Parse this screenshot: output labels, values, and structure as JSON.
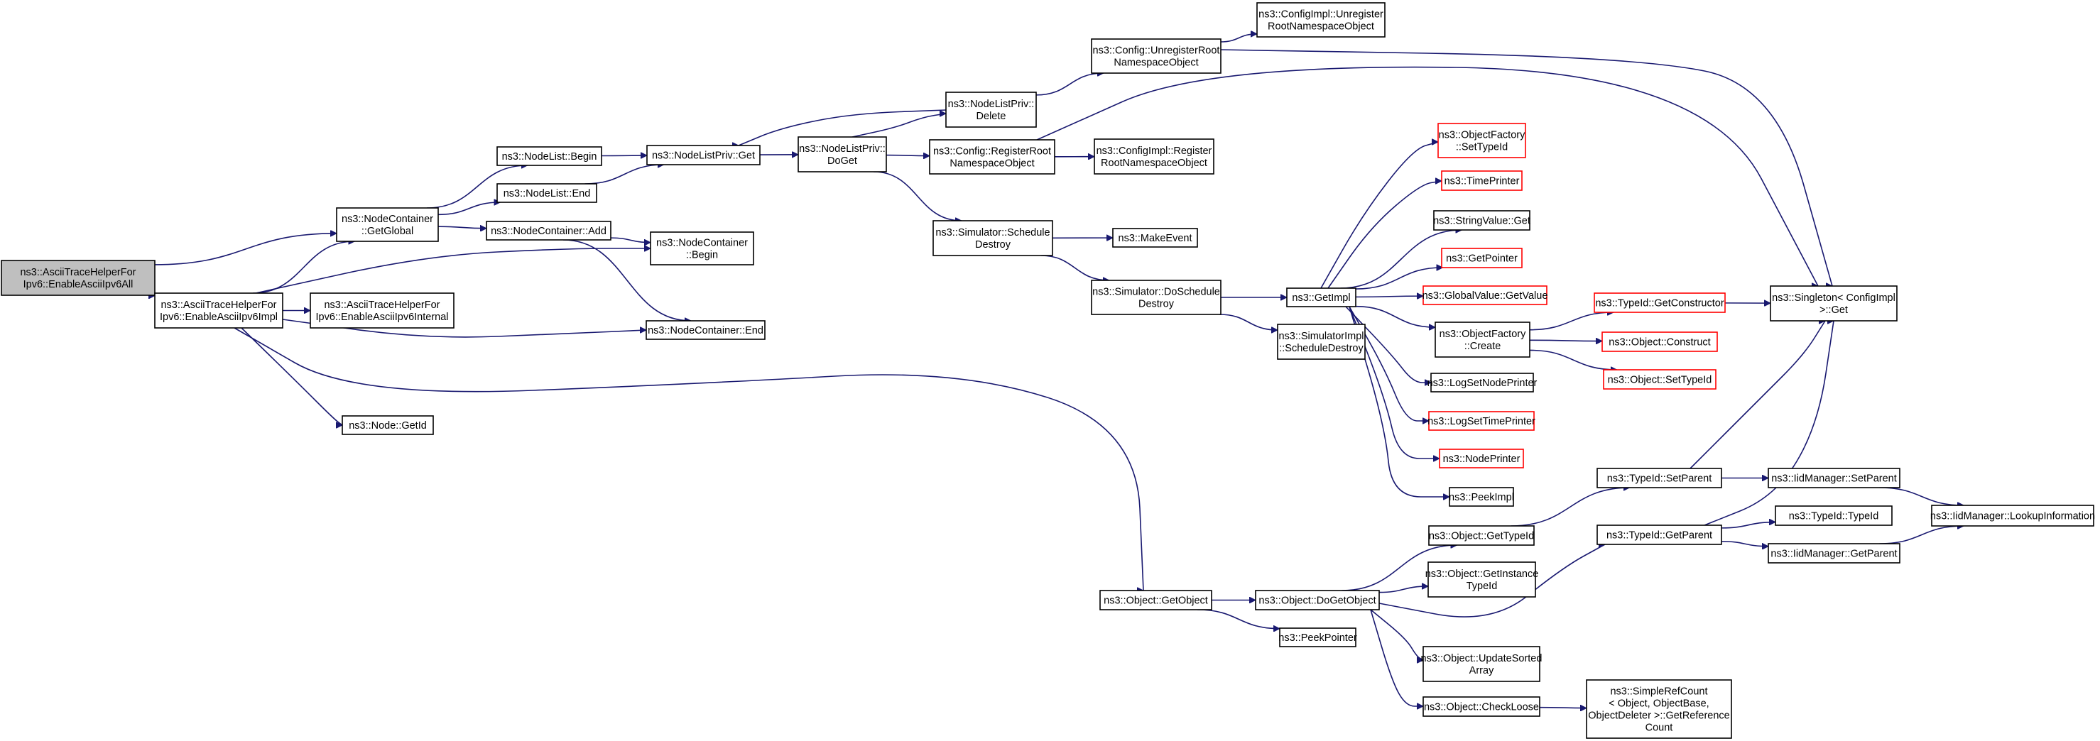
{
  "colors": {
    "edge": "#191970",
    "root_fill": "#bfbfbf",
    "red_border": "#ff0000",
    "border": "#000000"
  },
  "nodes": {
    "root": {
      "lines": [
        "ns3::AsciiTraceHelperFor",
        "Ipv6::EnableAsciiIpv6All"
      ],
      "kind": "root"
    },
    "impl": {
      "lines": [
        "ns3::AsciiTraceHelperFor",
        "Ipv6::EnableAsciiIpv6Impl"
      ]
    },
    "getglobal": {
      "lines": [
        "ns3::NodeContainer",
        "::GetGlobal"
      ]
    },
    "internal": {
      "lines": [
        "ns3::AsciiTraceHelperFor",
        "Ipv6::EnableAsciiIpv6Internal"
      ]
    },
    "nodegetid": {
      "lines": [
        "ns3::Node::GetId"
      ]
    },
    "nlbegin": {
      "lines": [
        "ns3::NodeList::Begin"
      ]
    },
    "nlend": {
      "lines": [
        "ns3::NodeList::End"
      ]
    },
    "ncadd": {
      "lines": [
        "ns3::NodeContainer::Add"
      ]
    },
    "ncbegin": {
      "lines": [
        "ns3::NodeContainer",
        "::Begin"
      ]
    },
    "ncend": {
      "lines": [
        "ns3::NodeContainer::End"
      ]
    },
    "nlpget": {
      "lines": [
        "ns3::NodeListPriv::Get"
      ]
    },
    "nlpdoget": {
      "lines": [
        "ns3::NodeListPriv::",
        "DoGet"
      ]
    },
    "nlpdelete": {
      "lines": [
        "ns3::NodeListPriv::",
        "Delete"
      ]
    },
    "cfgunreg": {
      "lines": [
        "ns3::Config::UnregisterRoot",
        "NamespaceObject"
      ]
    },
    "cfgimplunreg": {
      "lines": [
        "ns3::ConfigImpl::Unregister",
        "RootNamespaceObject"
      ]
    },
    "cfgreg": {
      "lines": [
        "ns3::Config::RegisterRoot",
        "NamespaceObject"
      ]
    },
    "cfgimplreg": {
      "lines": [
        "ns3::ConfigImpl::Register",
        "RootNamespaceObject"
      ]
    },
    "simsched": {
      "lines": [
        "ns3::Simulator::Schedule",
        "Destroy"
      ]
    },
    "makeevent": {
      "lines": [
        "ns3::MakeEvent"
      ]
    },
    "simdosched": {
      "lines": [
        "ns3::Simulator::DoSchedule",
        "Destroy"
      ]
    },
    "getimpl": {
      "lines": [
        "ns3::GetImpl"
      ]
    },
    "simimplsched": {
      "lines": [
        "ns3::SimulatorImpl",
        "::ScheduleDestroy"
      ]
    },
    "ofsettypeid": {
      "lines": [
        "ns3::ObjectFactory",
        "::SetTypeId"
      ],
      "kind": "red"
    },
    "timeprinter": {
      "lines": [
        "ns3::TimePrinter"
      ],
      "kind": "red"
    },
    "stringvalue": {
      "lines": [
        "ns3::StringValue::Get"
      ]
    },
    "getpointer": {
      "lines": [
        "ns3::GetPointer"
      ],
      "kind": "red"
    },
    "globalvalue": {
      "lines": [
        "ns3::GlobalValue::GetValue"
      ],
      "kind": "red"
    },
    "ofcreate": {
      "lines": [
        "ns3::ObjectFactory",
        "::Create"
      ]
    },
    "lognodeprinter": {
      "lines": [
        "ns3::LogSetNodePrinter"
      ]
    },
    "logtimeprinter": {
      "lines": [
        "ns3::LogSetTimePrinter"
      ],
      "kind": "red"
    },
    "nodeprinter": {
      "lines": [
        "ns3::NodePrinter"
      ],
      "kind": "red"
    },
    "peekimpl": {
      "lines": [
        "ns3::PeekImpl"
      ]
    },
    "getconstructor": {
      "lines": [
        "ns3::TypeId::GetConstructor"
      ],
      "kind": "red"
    },
    "objconstruct": {
      "lines": [
        "ns3::Object::Construct"
      ],
      "kind": "red"
    },
    "objsettypeid": {
      "lines": [
        "ns3::Object::SetTypeId"
      ],
      "kind": "red"
    },
    "singleton": {
      "lines": [
        "ns3::Singleton< ConfigImpl",
        " >::Get"
      ]
    },
    "getobject": {
      "lines": [
        "ns3::Object::GetObject"
      ]
    },
    "dogetobject": {
      "lines": [
        "ns3::Object::DoGetObject"
      ]
    },
    "peekpointer": {
      "lines": [
        "ns3::PeekPointer"
      ]
    },
    "objgettypeid": {
      "lines": [
        "ns3::Object::GetTypeId"
      ]
    },
    "objgetinstance": {
      "lines": [
        "ns3::Object::GetInstance",
        "TypeId"
      ]
    },
    "objupdsorted": {
      "lines": [
        "ns3::Object::UpdateSorted",
        "Array"
      ]
    },
    "objcheckloose": {
      "lines": [
        "ns3::Object::CheckLoose"
      ]
    },
    "simplerefcount": {
      "lines": [
        "ns3::SimpleRefCount",
        "< Object, ObjectBase,",
        " ObjectDeleter >::GetReference",
        "Count"
      ]
    },
    "typeidsetparent": {
      "lines": [
        "ns3::TypeId::SetParent"
      ]
    },
    "typeidgetparent": {
      "lines": [
        "ns3::TypeId::GetParent"
      ]
    },
    "iidsetparent": {
      "lines": [
        "ns3::IidManager::SetParent"
      ]
    },
    "typeidtypeid": {
      "lines": [
        "ns3::TypeId::TypeId"
      ]
    },
    "iidgetparent": {
      "lines": [
        "ns3::IidManager::GetParent"
      ]
    },
    "iidlookup": {
      "lines": [
        "ns3::IidManager::LookupInformation"
      ]
    }
  },
  "edges": [
    [
      "root",
      "getglobal"
    ],
    [
      "root",
      "impl"
    ],
    [
      "impl",
      "getglobal"
    ],
    [
      "impl",
      "internal"
    ],
    [
      "impl",
      "nodegetid"
    ],
    [
      "impl",
      "ncbegin"
    ],
    [
      "impl",
      "ncend"
    ],
    [
      "impl",
      "getobject"
    ],
    [
      "getglobal",
      "nlbegin"
    ],
    [
      "getglobal",
      "nlend"
    ],
    [
      "getglobal",
      "ncadd"
    ],
    [
      "nlbegin",
      "nlpget"
    ],
    [
      "nlend",
      "nlpget"
    ],
    [
      "ncadd",
      "ncbegin"
    ],
    [
      "ncadd",
      "ncend"
    ],
    [
      "nlpget",
      "nlpdoget"
    ],
    [
      "nlpdoget",
      "nlpdelete"
    ],
    [
      "nlpdoget",
      "cfgreg"
    ],
    [
      "nlpdoget",
      "simsched"
    ],
    [
      "nlpdelete",
      "nlpget"
    ],
    [
      "nlpdelete",
      "cfgunreg"
    ],
    [
      "cfgunreg",
      "cfgimplunreg"
    ],
    [
      "cfgunreg",
      "singleton"
    ],
    [
      "cfgreg",
      "cfgimplreg"
    ],
    [
      "cfgreg",
      "singleton"
    ],
    [
      "simsched",
      "makeevent"
    ],
    [
      "simsched",
      "simdosched"
    ],
    [
      "simdosched",
      "getimpl"
    ],
    [
      "simdosched",
      "simimplsched"
    ],
    [
      "getimpl",
      "ofsettypeid"
    ],
    [
      "getimpl",
      "timeprinter"
    ],
    [
      "getimpl",
      "stringvalue"
    ],
    [
      "getimpl",
      "getpointer"
    ],
    [
      "getimpl",
      "globalvalue"
    ],
    [
      "getimpl",
      "ofcreate"
    ],
    [
      "getimpl",
      "lognodeprinter"
    ],
    [
      "getimpl",
      "logtimeprinter"
    ],
    [
      "getimpl",
      "nodeprinter"
    ],
    [
      "getimpl",
      "peekimpl"
    ],
    [
      "ofcreate",
      "getconstructor"
    ],
    [
      "ofcreate",
      "objconstruct"
    ],
    [
      "ofcreate",
      "objsettypeid"
    ],
    [
      "getconstructor",
      "singleton"
    ],
    [
      "getobject",
      "dogetobject"
    ],
    [
      "getobject",
      "peekpointer"
    ],
    [
      "dogetobject",
      "objgettypeid"
    ],
    [
      "dogetobject",
      "objgetinstance"
    ],
    [
      "dogetobject",
      "objupdsorted"
    ],
    [
      "dogetobject",
      "objcheckloose"
    ],
    [
      "dogetobject",
      "typeidgetparent"
    ],
    [
      "objgettypeid",
      "typeidsetparent"
    ],
    [
      "objcheckloose",
      "simplerefcount"
    ],
    [
      "typeidsetparent",
      "singleton"
    ],
    [
      "typeidsetparent",
      "iidsetparent"
    ],
    [
      "typeidgetparent",
      "singleton"
    ],
    [
      "typeidgetparent",
      "typeidtypeid"
    ],
    [
      "typeidgetparent",
      "iidgetparent"
    ],
    [
      "iidsetparent",
      "iidlookup"
    ],
    [
      "iidgetparent",
      "iidlookup"
    ]
  ]
}
